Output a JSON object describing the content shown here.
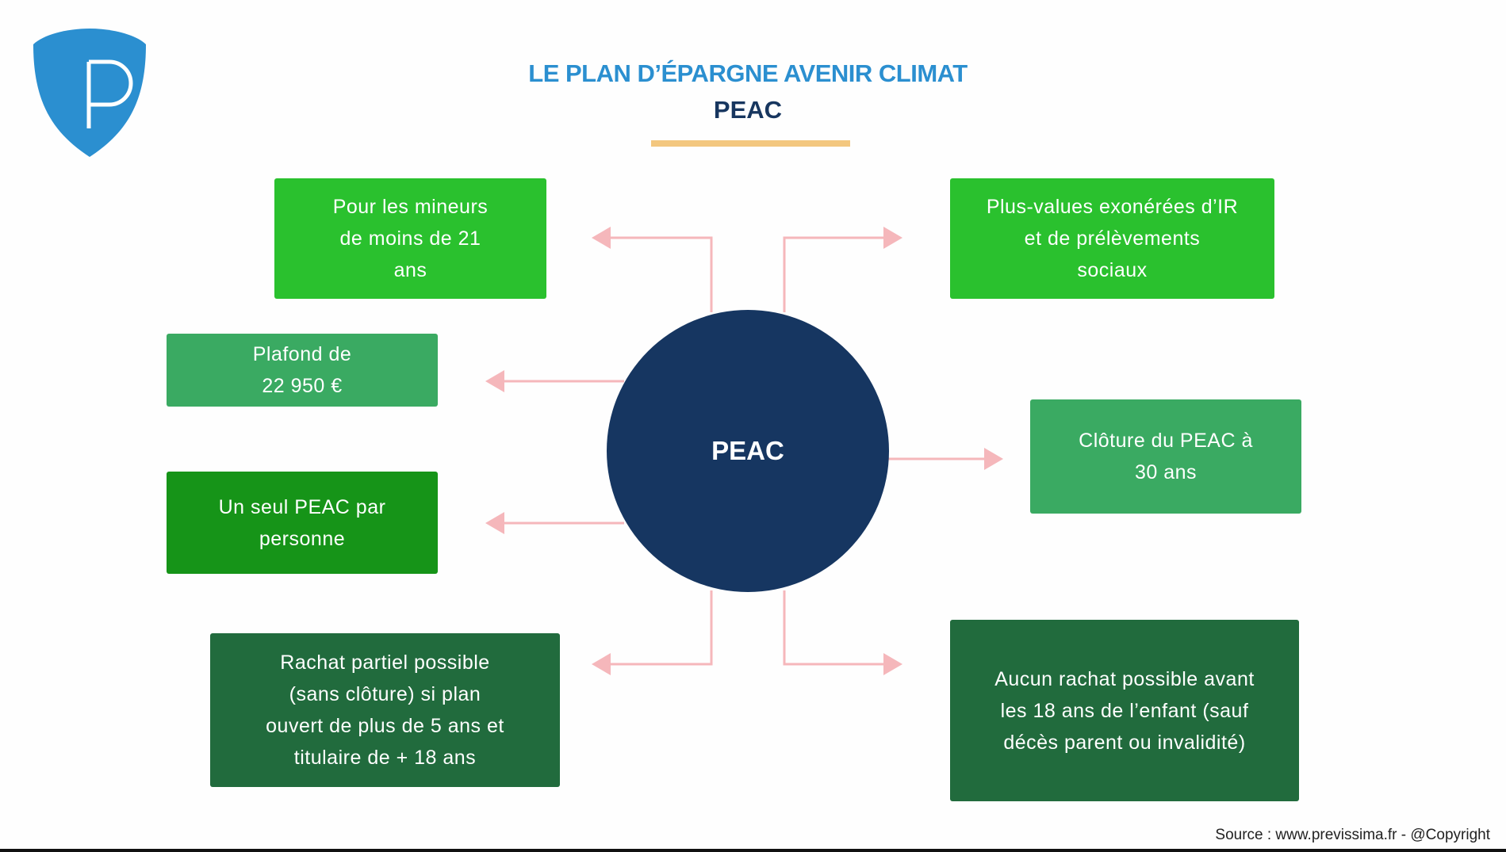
{
  "logo": {
    "letter": "P",
    "color": "#2b8fd0"
  },
  "header": {
    "title": "LE PLAN D’ÉPARGNE AVENIR CLIMAT",
    "subtitle": "PEAC"
  },
  "center": {
    "label": "PEAC"
  },
  "boxes": [
    {
      "text": "Pour les mineurs\nde moins de 21\nans",
      "color": "#2ac12e"
    },
    {
      "text": "Plus-values exonérées d’IR\net de prélèvements\nsociaux",
      "color": "#2ac12e"
    },
    {
      "text": "Plafond de\n22 950 €",
      "color": "#3aaa62"
    },
    {
      "text": "Un seul PEAC par\npersonne",
      "color": "#169418"
    },
    {
      "text": "Rachat partiel possible\n(sans clôture) si plan\nouvert de plus de 5 ans et\ntitulaire de + 18 ans",
      "color": "#216b3d"
    },
    {
      "text": "Clôture du PEAC à\n30 ans",
      "color": "#3aaa62"
    },
    {
      "text": "Aucun rachat possible avant\nles 18 ans de l’enfant (sauf\ndécès parent ou invalidité)",
      "color": "#216b3d"
    }
  ],
  "footer": {
    "source": "Source : www.previssima.fr - @Copyright"
  },
  "colors": {
    "arrow": "#f5b7bb",
    "accent_rule": "#f3c77f"
  }
}
